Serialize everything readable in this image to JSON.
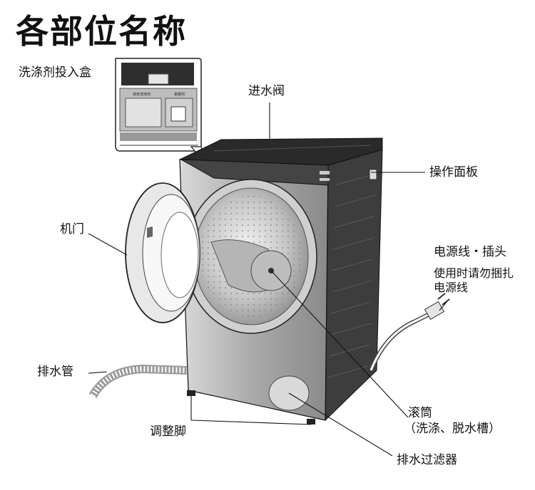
{
  "title": "各部位名称",
  "labels": {
    "detergent_box": "洗涤剂投入盒",
    "inlet_valve": "进水阀",
    "control_panel": "操作面板",
    "door": "机门",
    "power_cord_title": "电源线・插头",
    "power_cord_note_line1": "使用时请勿捆扎",
    "power_cord_note_line2": "电源线",
    "drain_hose": "排水管",
    "drum_line1": "滚筒",
    "drum_line2": "（洗涤、脱水槽）",
    "adjustable_feet": "调整脚",
    "drain_filter": "排水过滤器"
  },
  "inset_labels": {
    "left_slot": "液体洗涤剂",
    "right_slot": "柔顺剂"
  },
  "colors": {
    "body_dark": "#3a3a3a",
    "body_side": "#555555",
    "front_panel": "#b8b8b8",
    "line": "#111111"
  }
}
